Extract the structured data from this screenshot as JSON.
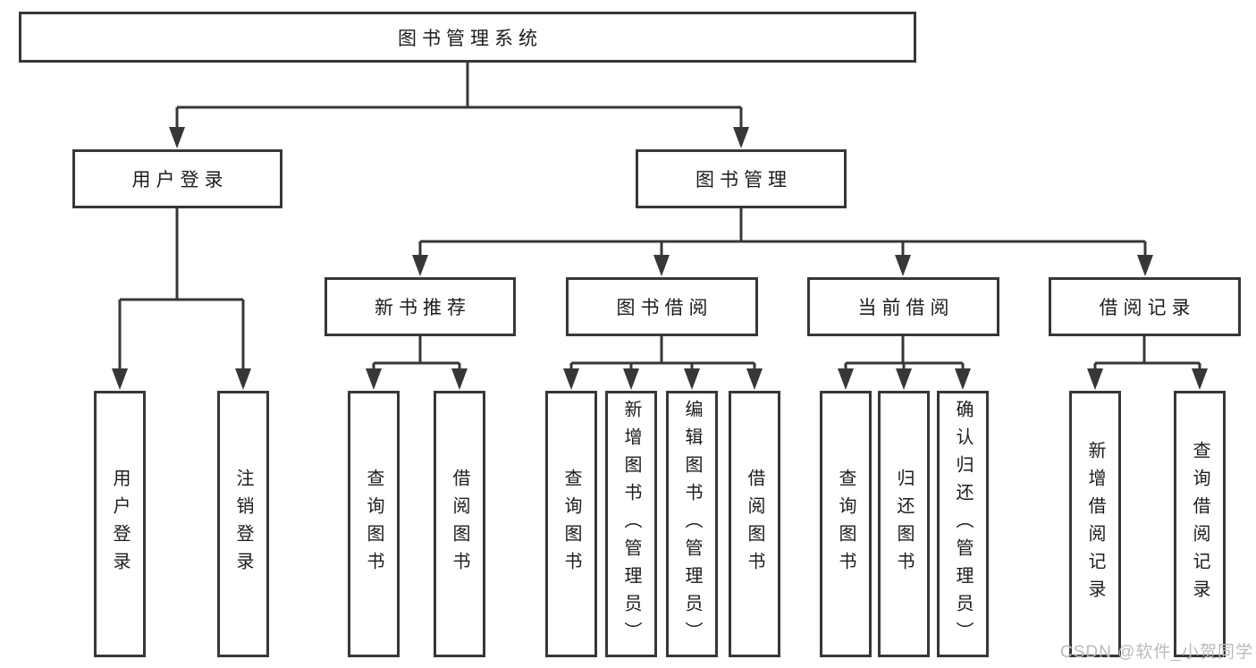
{
  "tree": {
    "root": {
      "label": "图书管理系统",
      "children": [
        {
          "label": "用户登录",
          "children": [
            {
              "label": "用户登录"
            },
            {
              "label": "注销登录"
            }
          ]
        },
        {
          "label": "图书管理",
          "children": [
            {
              "label": "新书推荐",
              "children": [
                {
                  "label": "查询图书"
                },
                {
                  "label": "借阅图书"
                }
              ]
            },
            {
              "label": "图书借阅",
              "children": [
                {
                  "label": "查询图书"
                },
                {
                  "label": "新增图书（管理员）"
                },
                {
                  "label": "编辑图书（管理员）"
                },
                {
                  "label": "借阅图书"
                }
              ]
            },
            {
              "label": "当前借阅",
              "children": [
                {
                  "label": "查询图书"
                },
                {
                  "label": "归还图书"
                },
                {
                  "label": "确认归还（管理员）"
                }
              ]
            },
            {
              "label": "借阅记录",
              "children": [
                {
                  "label": "新增借阅记录"
                },
                {
                  "label": "查询借阅记录"
                }
              ]
            }
          ]
        }
      ]
    }
  },
  "watermark": "CSDN @软件_小贺同学",
  "colors": {
    "line": "#373737",
    "text": "#1c1c1c",
    "background": "#ffffff",
    "watermark": "#b7bbc0"
  }
}
